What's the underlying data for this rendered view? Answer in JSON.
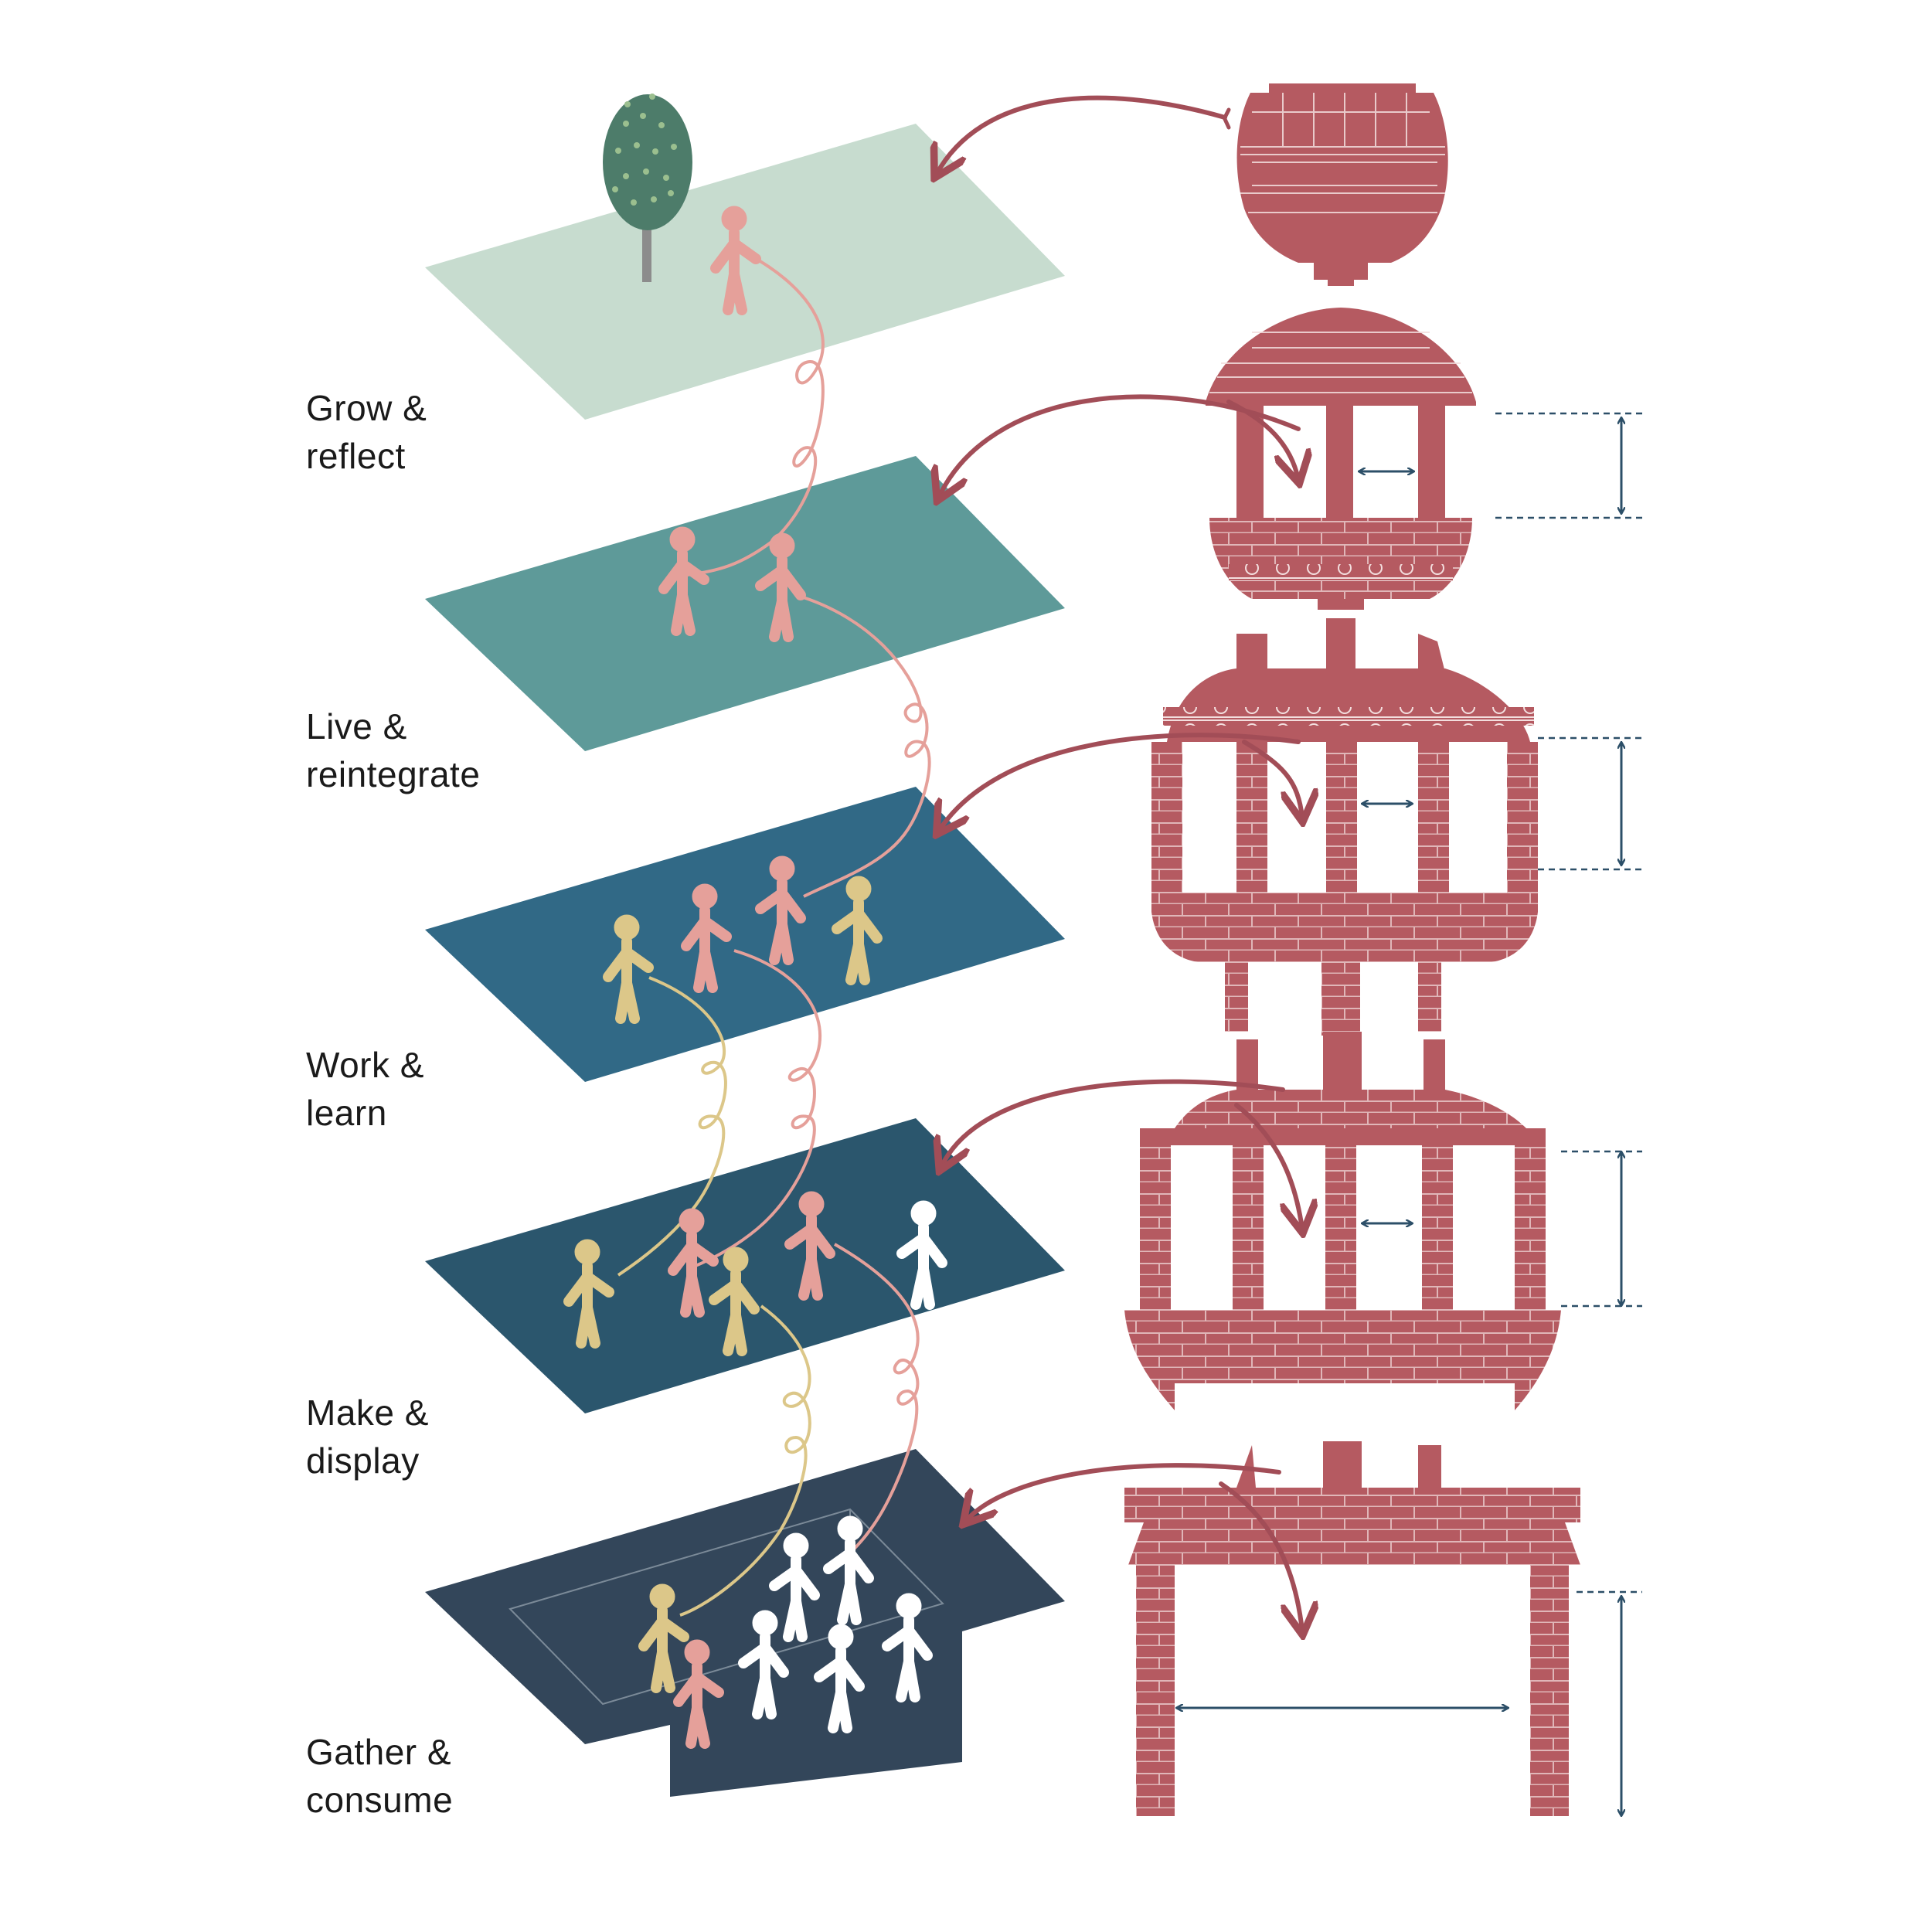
{
  "levels": [
    {
      "line1": "Grow &",
      "line2": "reflect",
      "color": "#c7dccf"
    },
    {
      "line1": "Live &",
      "line2": "reintegrate",
      "color": "#5e9a99"
    },
    {
      "line1": "Work &",
      "line2": "learn",
      "color": "#316986"
    },
    {
      "line1": "Make &",
      "line2": "display",
      "color": "#2b566d"
    },
    {
      "line1": "Gather &",
      "line2": "consume",
      "color": "#33465a"
    }
  ],
  "colors": {
    "building": "#b55a61",
    "arrow": "#a24d57",
    "dimension": "#2c4f68",
    "person_pink": "#e5a09a",
    "person_gold": "#dcc789",
    "person_white": "#ffffff",
    "tree_crown": "#4d7c6a",
    "tree_trunk": "#8c8c8c"
  },
  "icons": [
    "tree-icon",
    "person-icon",
    "curved-arrow-icon",
    "dimension-arrow-icon",
    "facade-section-icon"
  ]
}
